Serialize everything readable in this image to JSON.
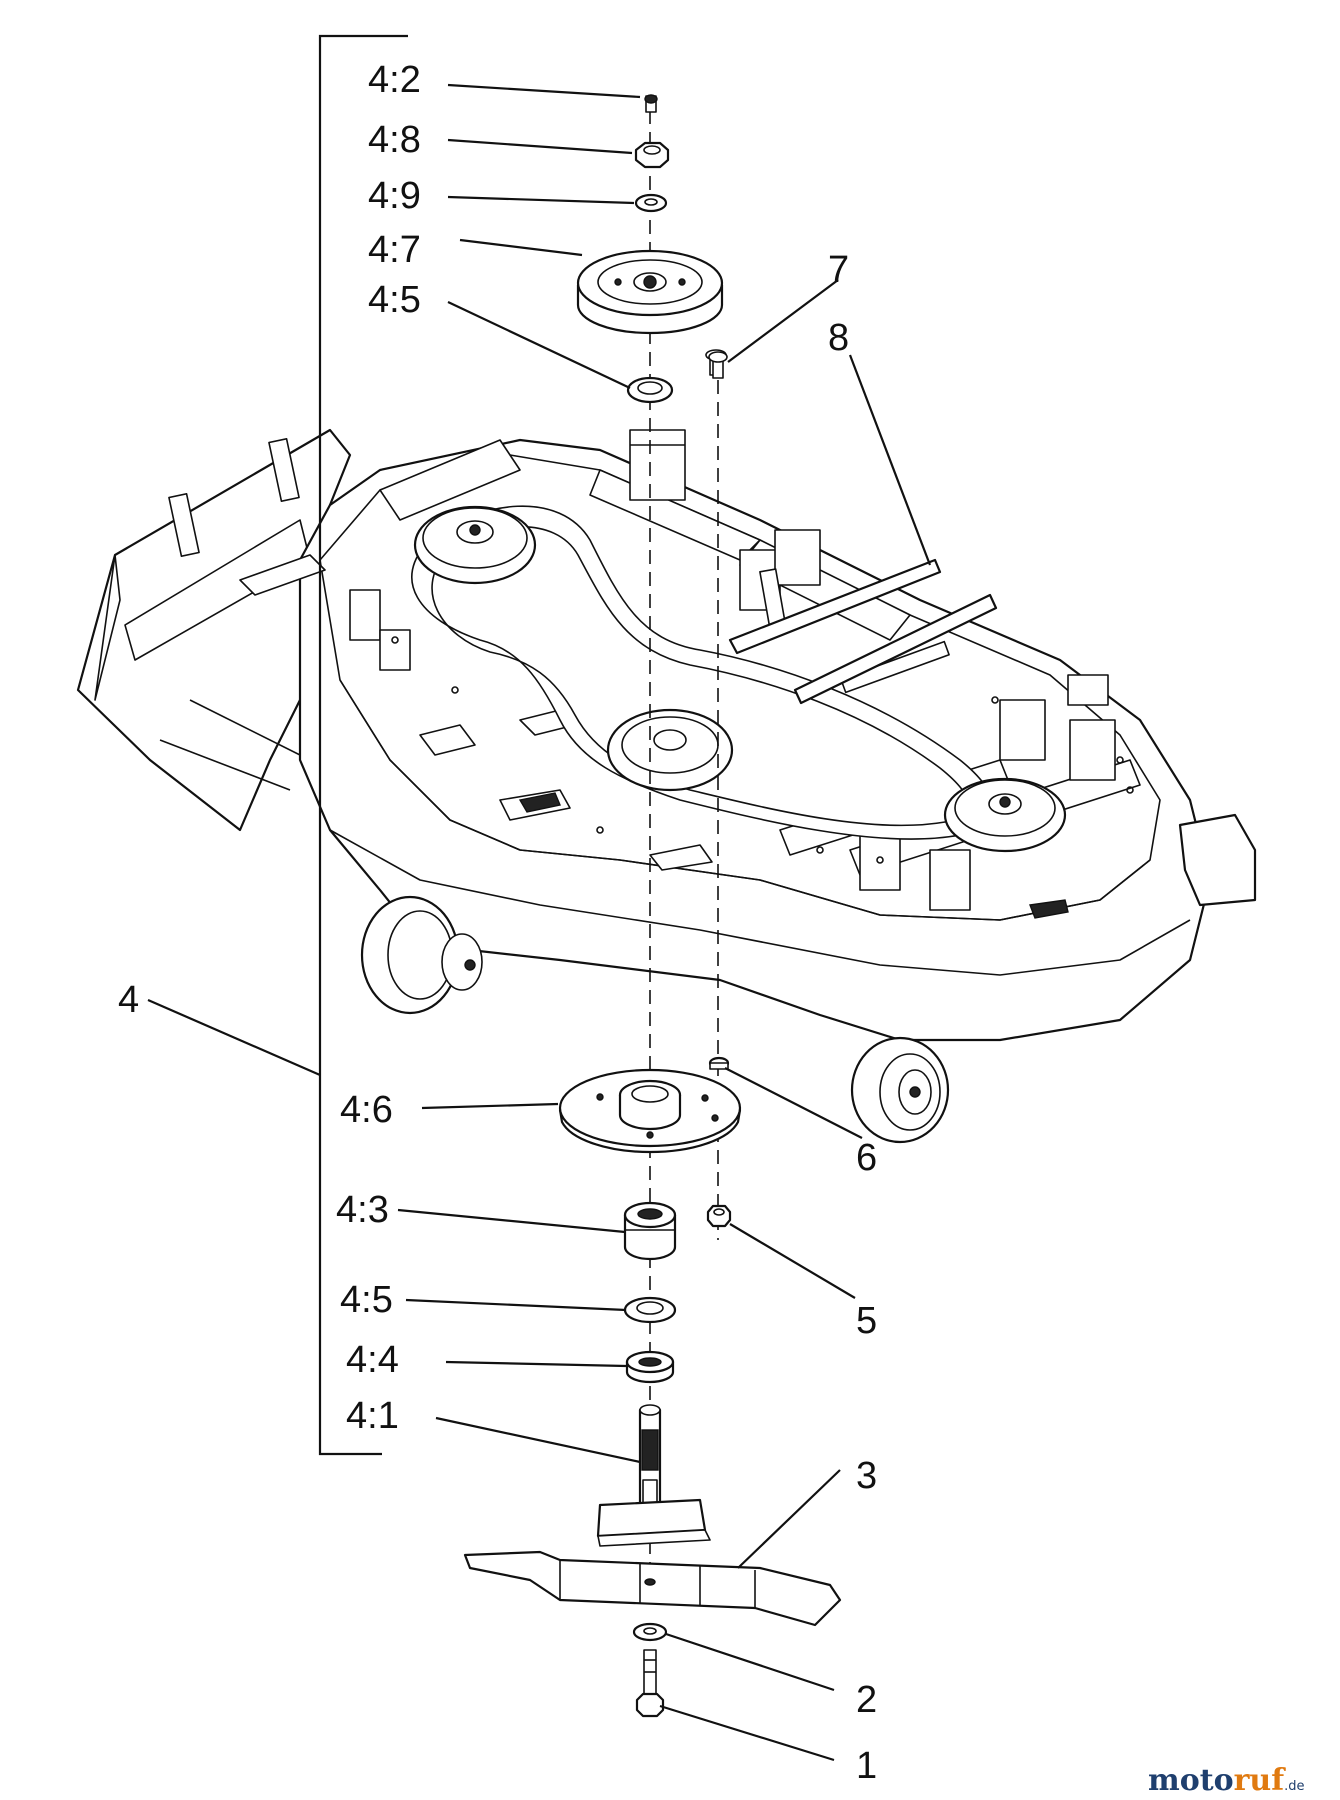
{
  "callouts": {
    "c4_2": "4:2",
    "c4_8": "4:8",
    "c4_9": "4:9",
    "c4_7": "4:7",
    "c4_5_top": "4:5",
    "c7": "7",
    "c8": "8",
    "c4": "4",
    "c4_6": "4:6",
    "c6": "6",
    "c4_3": "4:3",
    "c5": "5",
    "c4_5_bottom": "4:5",
    "c4_4": "4:4",
    "c4_1": "4:1",
    "c3": "3",
    "c2": "2",
    "c1": "1"
  },
  "watermark": {
    "part1": "moto",
    "part2": "ruf",
    "tld": ".de"
  },
  "colors": {
    "line": "#111111",
    "background": "#ffffff",
    "watermark_dark": "#1f3f6e",
    "watermark_accent": "#e07a10"
  }
}
